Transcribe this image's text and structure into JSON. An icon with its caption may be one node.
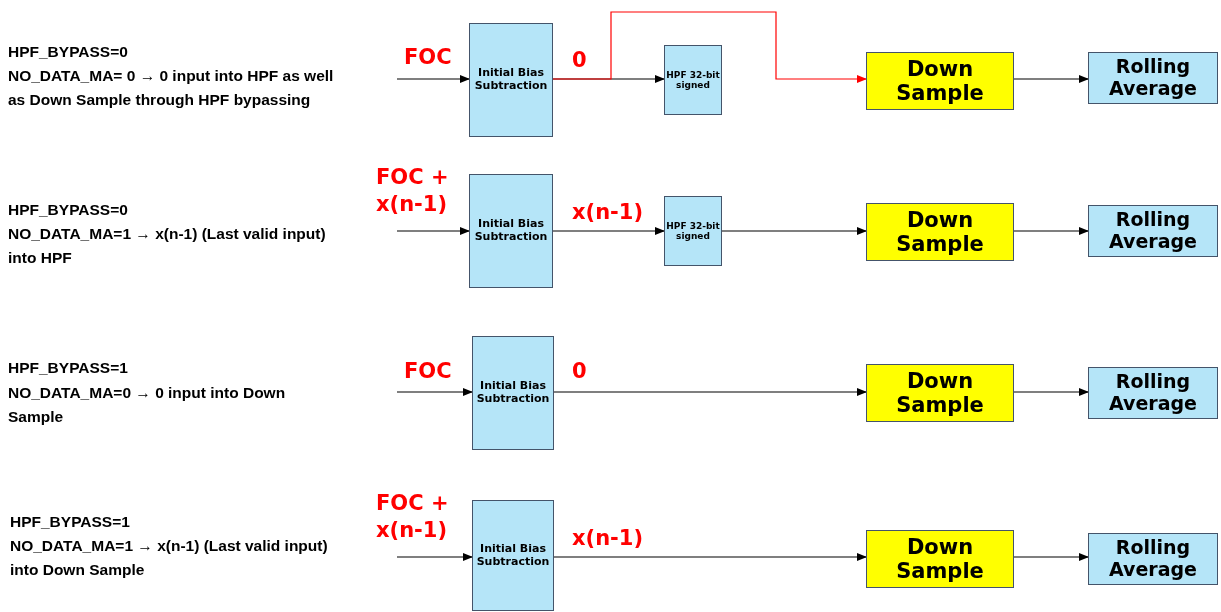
{
  "diagram": {
    "nodes": [
      {
        "text": [
          "Initial Bias Subtraction"
        ]
      },
      {
        "text": [
          "HPF 32-bit signed"
        ]
      },
      {
        "text": [
          "Down Sample"
        ]
      },
      {
        "text": [
          "Rolling Average"
        ]
      },
      {
        "text": [
          "Initial Bias Subtraction"
        ]
      },
      {
        "text": [
          "HPF 32-bit signed"
        ]
      },
      {
        "text": [
          "Down Sample"
        ]
      },
      {
        "text": [
          "Rolling Average"
        ]
      },
      {
        "text": [
          "Initial Bias Subtraction"
        ]
      },
      {
        "text": [
          "Down Sample"
        ]
      },
      {
        "text": [
          "Rolling Average"
        ]
      },
      {
        "text": [
          "Initial Bias Subtraction"
        ]
      },
      {
        "text": [
          "Down Sample"
        ]
      },
      {
        "text": [
          "Rolling Average"
        ]
      }
    ],
    "edges": [
      {
        "from": null,
        "to": 0,
        "arrow": "to",
        "label": "FOC"
      },
      {
        "from": 0,
        "to": 1,
        "arrow": "to",
        "label": "0"
      },
      {
        "from": 0,
        "to": 2,
        "arrow": "to",
        "color": "#ff0000"
      },
      {
        "from": 2,
        "to": 3,
        "arrow": "to"
      },
      {
        "from": null,
        "to": 4,
        "arrow": "to",
        "label": "FOC + x(n-1)"
      },
      {
        "from": 4,
        "to": 5,
        "arrow": "to",
        "label": "x(n-1)"
      },
      {
        "from": 5,
        "to": 6,
        "arrow": "to"
      },
      {
        "from": 6,
        "to": 7,
        "arrow": "to"
      },
      {
        "from": null,
        "to": 8,
        "arrow": "to",
        "label": "FOC"
      },
      {
        "from": 8,
        "to": 9,
        "arrow": "to",
        "label": "0"
      },
      {
        "from": 9,
        "to": 10,
        "arrow": "to"
      },
      {
        "from": null,
        "to": 11,
        "arrow": "to",
        "label": "FOC + x(n-1)"
      },
      {
        "from": 11,
        "to": 12,
        "arrow": "to",
        "label": "x(n-1)"
      },
      {
        "from": 12,
        "to": 13,
        "arrow": "to"
      }
    ],
    "labels": [
      "HPF_BYPASS=0",
      "NO_DATA_MA= 0 → 0 input into HPF as well as Down Sample through HPF bypassing",
      "HPF_BYPASS=0",
      "NO_DATA_MA=1 → x(n-1) (Last valid input) into HPF",
      "HPF_BYPASS=1",
      "NO_DATA_MA=0 → 0 input into Down Sample",
      "HPF_BYPASS=1",
      "NO_DATA_MA=1 → x(n-1) (Last valid input) into Down Sample"
    ]
  }
}
